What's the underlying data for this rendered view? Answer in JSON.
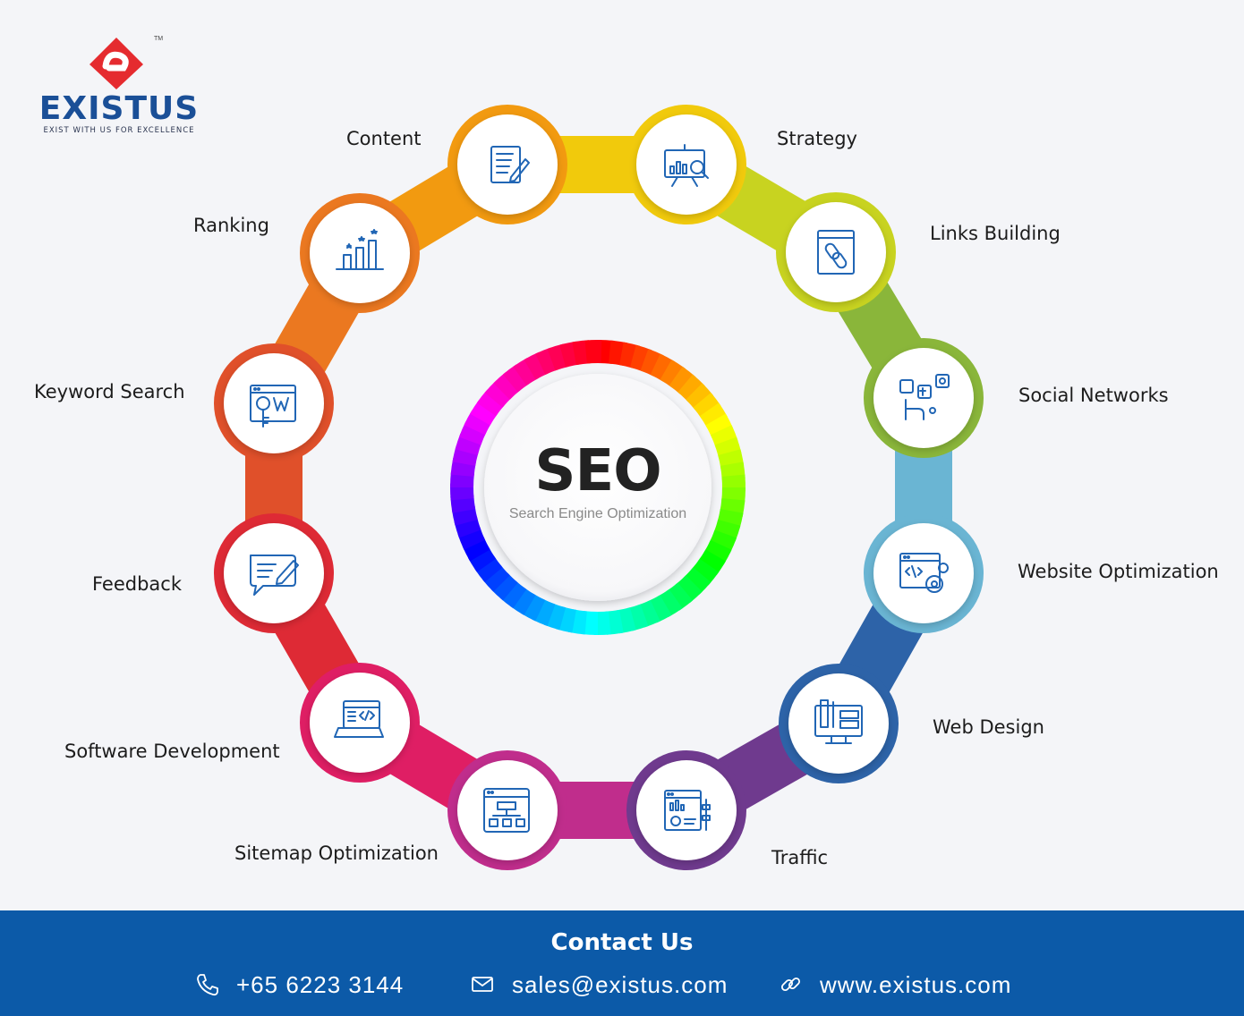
{
  "brand": {
    "name": "EXISTUS",
    "tagline": "EXIST WITH US FOR EXCELLENCE",
    "trademark": "TM",
    "colors": {
      "red": "#e52b2f",
      "blue": "#1a4f97"
    }
  },
  "center": {
    "title": "SEO",
    "subtitle": "Search Engine Optimization"
  },
  "items": [
    {
      "label": "Content",
      "icon": "document-edit-icon",
      "color": "#f29a10"
    },
    {
      "label": "Strategy",
      "icon": "presentation-chart-icon",
      "color": "#f1ca0c"
    },
    {
      "label": "Links Building",
      "icon": "link-page-icon",
      "color": "#c8d320"
    },
    {
      "label": "Social Networks",
      "icon": "social-media-icon",
      "color": "#8ab63a"
    },
    {
      "label": "Website Optimization",
      "icon": "browser-settings-icon",
      "color": "#6ab5d3"
    },
    {
      "label": "Web Design",
      "icon": "monitor-design-icon",
      "color": "#2d63a8"
    },
    {
      "label": "Traffic",
      "icon": "analytics-dashboard-icon",
      "color": "#6f3a8e"
    },
    {
      "label": "Sitemap Optimization",
      "icon": "sitemap-icon",
      "color": "#c02d8c"
    },
    {
      "label": "Software Development",
      "icon": "code-laptop-icon",
      "color": "#df1e64"
    },
    {
      "label": "Feedback",
      "icon": "chat-edit-icon",
      "color": "#de2a35"
    },
    {
      "label": "Keyword Search",
      "icon": "keyword-key-icon",
      "color": "#e0502a"
    },
    {
      "label": "Ranking",
      "icon": "ranking-bars-icon",
      "color": "#eb7820"
    }
  ],
  "contact": {
    "title": "Contact Us",
    "phone": "+65  6223 3144",
    "email": "sales@existus.com",
    "website": "www.existus.com"
  }
}
